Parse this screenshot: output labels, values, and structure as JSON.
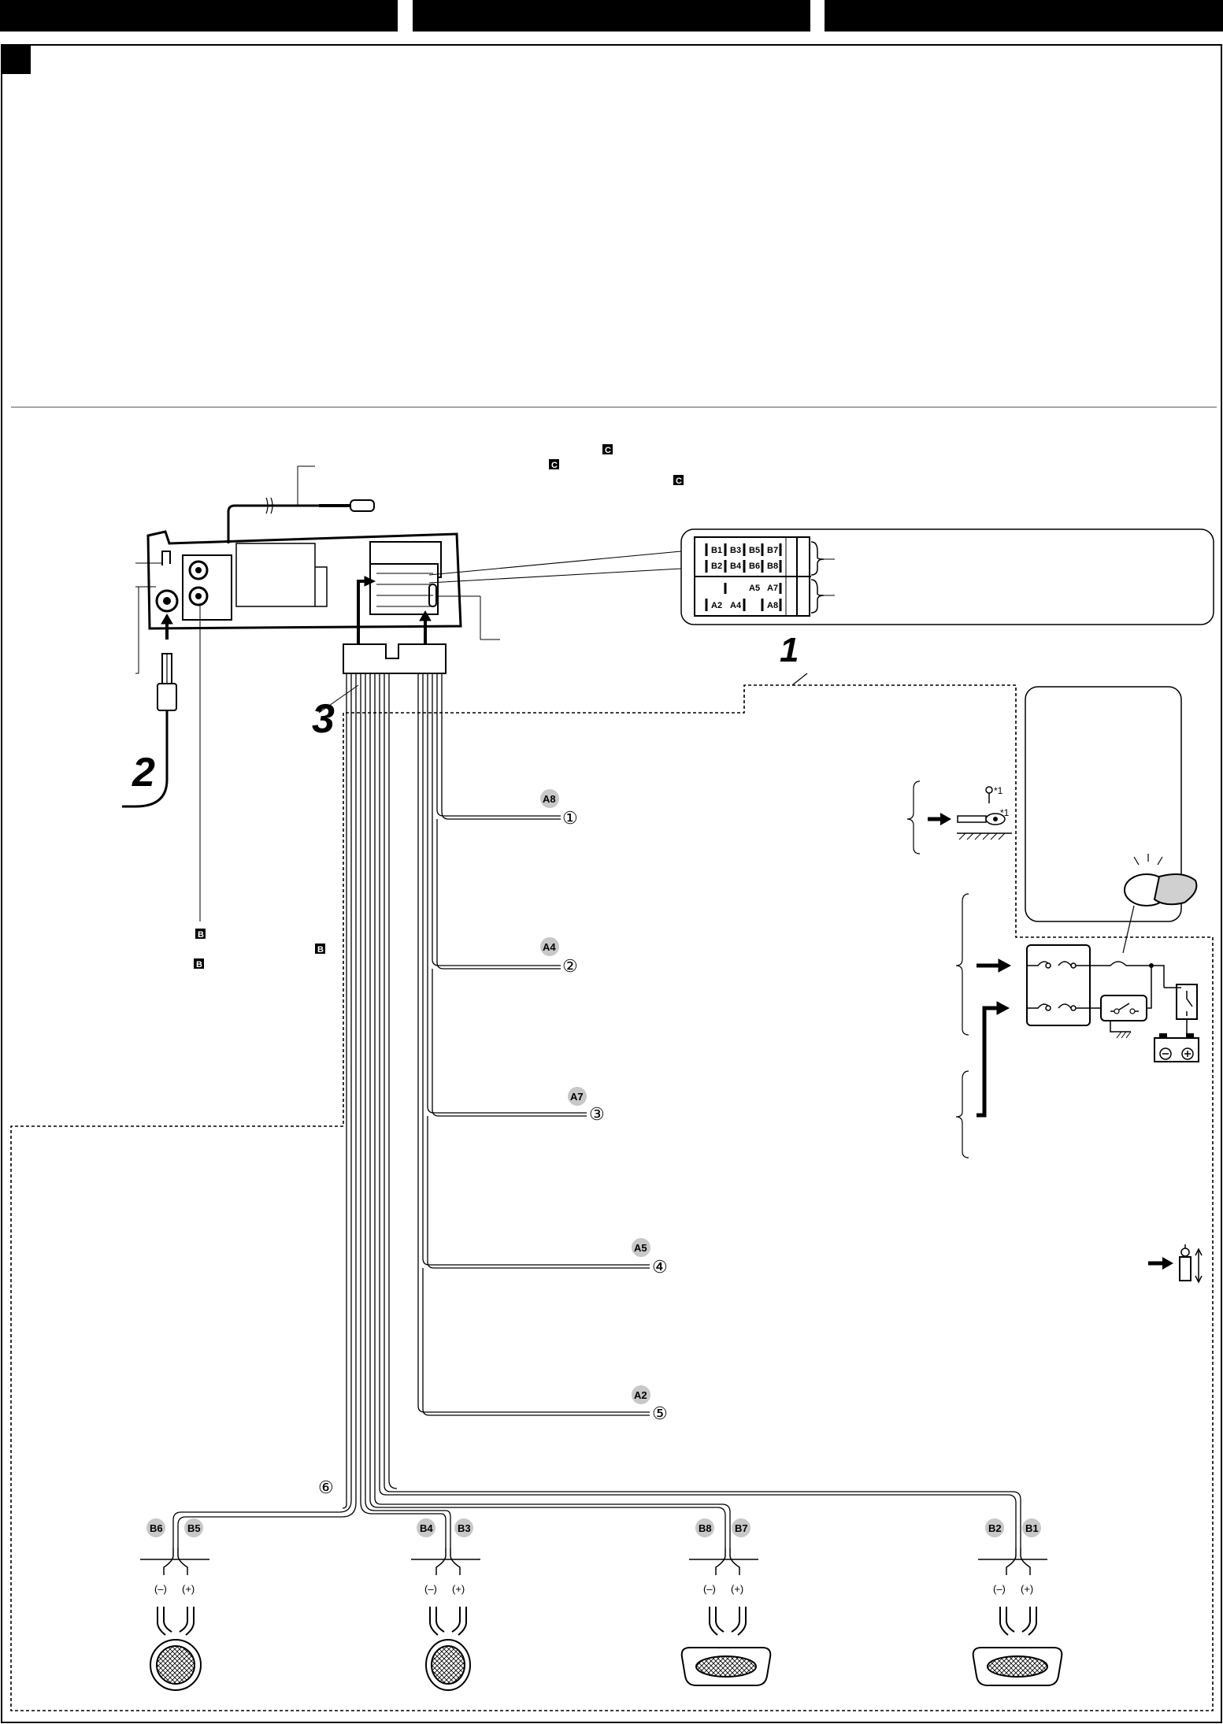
{
  "colors": {
    "ink": "#000000",
    "paper": "#ffffff",
    "pill": "#c8c8c8",
    "rule": "#8a8a8a"
  },
  "step_numbers": {
    "one": "1",
    "two": "2",
    "three": "3"
  },
  "letter_badges": {
    "c": "C",
    "b": "B"
  },
  "connector_pins": {
    "row1": [
      "B1",
      "B3",
      "B5",
      "B7"
    ],
    "row2": [
      "B2",
      "B4",
      "B6",
      "B8"
    ],
    "row3": [
      "A5",
      "A7"
    ],
    "row4": [
      "A2",
      "A4",
      "A8"
    ]
  },
  "lead_pins": [
    "A8",
    "A4",
    "A7",
    "A5",
    "A2"
  ],
  "lead_numbers": [
    "①",
    "②",
    "③",
    "④",
    "⑤",
    "⑥"
  ],
  "speaker_pins": [
    [
      "B6",
      "B5"
    ],
    [
      "B4",
      "B3"
    ],
    [
      "B8",
      "B7"
    ],
    [
      "B2",
      "B1"
    ]
  ],
  "polarity": {
    "minus": "(–)",
    "plus": "(+)"
  },
  "ground_marks": {
    "screw": "*1",
    "lug": "*1"
  },
  "icons": [
    "header-block-icon",
    "corner-tab-icon",
    "antenna-plug-icon",
    "speaker-icon",
    "fuse-box-icon",
    "battery-icon",
    "ignition-key-icon",
    "ground-lug-icon",
    "door-switch-icon"
  ]
}
